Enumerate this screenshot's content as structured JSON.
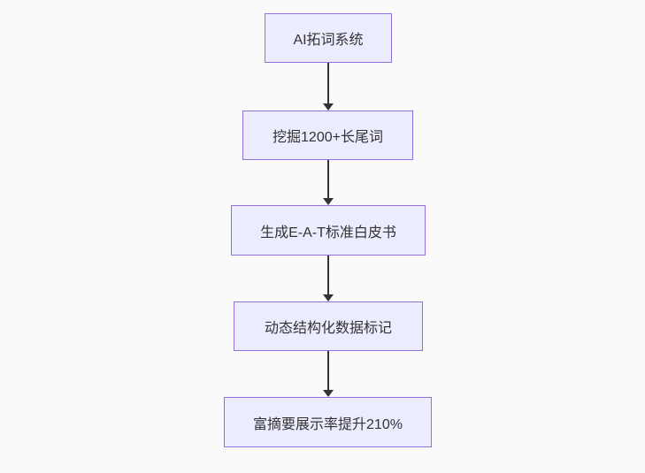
{
  "diagram": {
    "type": "flowchart",
    "direction": "top-down",
    "steps": [
      {
        "label": "AI拓词系统"
      },
      {
        "label": "挖掘1200+长尾词"
      },
      {
        "label": "生成E-A-T标准白皮书"
      },
      {
        "label": "动态结构化数据标记"
      },
      {
        "label": "富摘要展示率提升210%"
      }
    ],
    "connections": [
      {
        "from": 0,
        "to": 1
      },
      {
        "from": 1,
        "to": 2
      },
      {
        "from": 2,
        "to": 3
      },
      {
        "from": 3,
        "to": 4
      }
    ],
    "colors": {
      "node_fill": "#ececff",
      "node_border": "#9370db",
      "edge": "#333333",
      "text": "#333333",
      "background": "#fafafa"
    }
  }
}
